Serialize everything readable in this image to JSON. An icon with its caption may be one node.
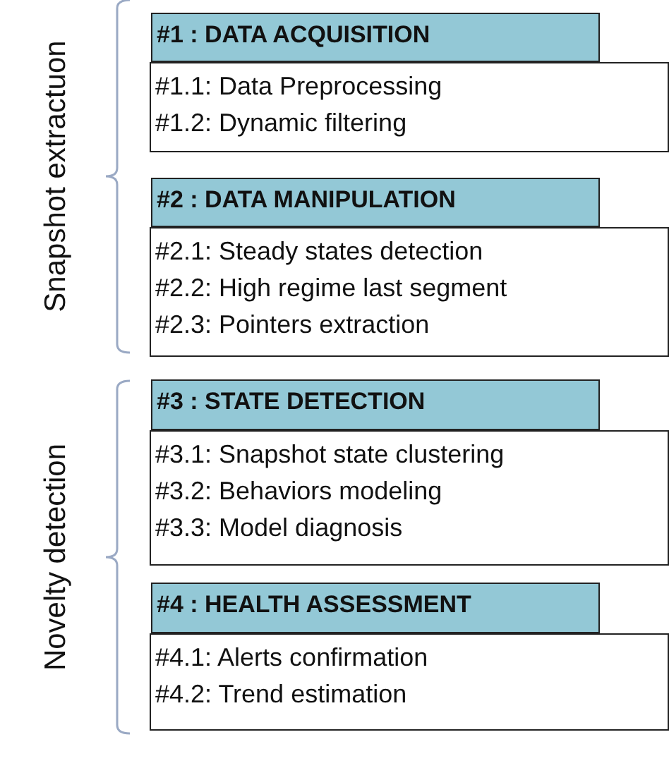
{
  "diagram": {
    "nodes": [
      {
        "text": [
          "#1 : DATA ACQUISITION"
        ]
      },
      {
        "text": [
          "#1.1: Data Preprocessing",
          "#1.2: Dynamic filtering"
        ]
      },
      {
        "text": [
          "#2 : DATA MANIPULATION"
        ]
      },
      {
        "text": [
          "#2.1: Steady states detection",
          "#2.2: High regime last segment",
          "#2.3: Pointers extraction"
        ]
      },
      {
        "text": [
          "#3 : STATE DETECTION"
        ]
      },
      {
        "text": [
          "#3.1: Snapshot state clustering",
          "#3.2: Behaviors modeling",
          "#3.3: Model diagnosis"
        ]
      },
      {
        "text": [
          "#4 : HEALTH ASSESSMENT"
        ]
      },
      {
        "text": [
          "#4.1: Alerts confirmation",
          "#4.2: Trend estimation"
        ]
      }
    ],
    "labels": [
      "Snapshot extractuon",
      "Novelty detection"
    ]
  }
}
